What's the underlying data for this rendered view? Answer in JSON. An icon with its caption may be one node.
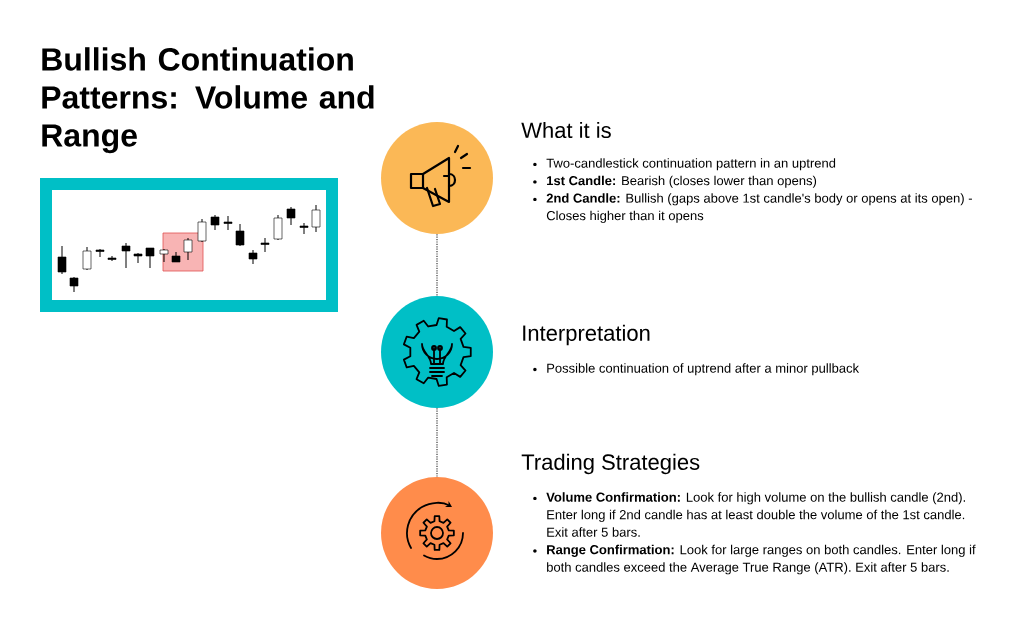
{
  "diagram": {
    "title": "Bullish Continuation Patterns: Volume and Range",
    "nodes": [
      {
        "text": [],
        "shape": "circle",
        "beside": [
          "What it is",
          "Two-candlestick continuation pattern in an uptrend",
          "**1st Candle:** Bearish (closes lower than opens)",
          "**2nd Candle:** Bullish (gaps above 1st candle's body or opens at its open) - Closes higher than it opens"
        ]
      },
      {
        "text": [],
        "shape": "circle",
        "beside": [
          "Interpretation",
          "Possible continuation of uptrend after a minor pullback"
        ]
      },
      {
        "text": [],
        "shape": "circle",
        "beside": [
          "Trading Strategies",
          "**Volume Confirmation:** Look for high volume on the bullish candle (2nd). Enter long if 2nd candle has at least double the volume of the 1st candle. Exit after 5 bars.",
          "**Range Confirmation:** Look for large ranges on both candles. Enter long if both candles exceed the Average True Range (ATR). Exit after 5 bars."
        ]
      }
    ],
    "edges": [
      {
        "from": 0,
        "to": 1,
        "arrow": "none",
        "style": "dashed"
      },
      {
        "from": 1,
        "to": 2,
        "arrow": "none",
        "style": "dashed"
      }
    ]
  }
}
